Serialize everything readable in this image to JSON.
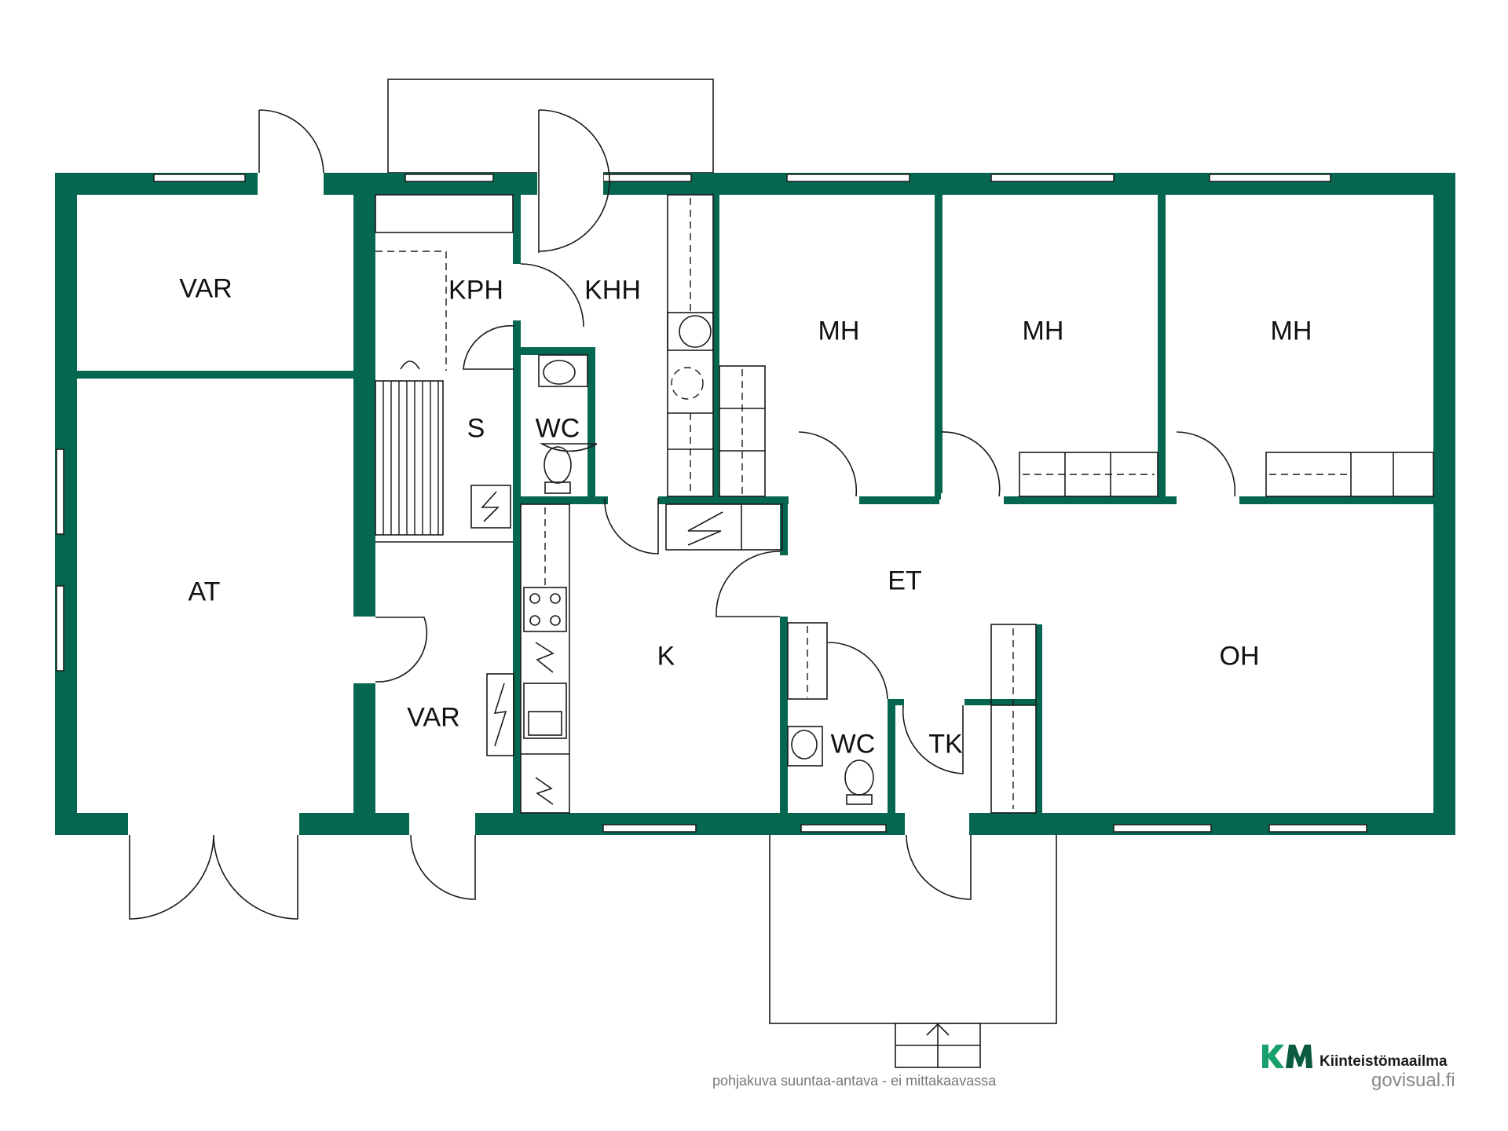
{
  "rooms": {
    "var_top": "VAR",
    "kph": "KPH",
    "khh": "KHH",
    "mh1": "MH",
    "mh2": "MH",
    "mh3": "MH",
    "s": "S",
    "wc_top": "WC",
    "at": "AT",
    "et": "ET",
    "k": "K",
    "oh": "OH",
    "var_bottom": "VAR",
    "wc_bottom": "WC",
    "tk": "TK"
  },
  "footer": {
    "note": "pohjakuva suuntaa-antava - ei mittakaavassa",
    "website": "govisual.fi"
  },
  "branding": {
    "name": "Kiinteistömaailma",
    "logo_mark": "KM"
  },
  "colors": {
    "wall": "#05674f",
    "logo_green": "#18a06a"
  }
}
